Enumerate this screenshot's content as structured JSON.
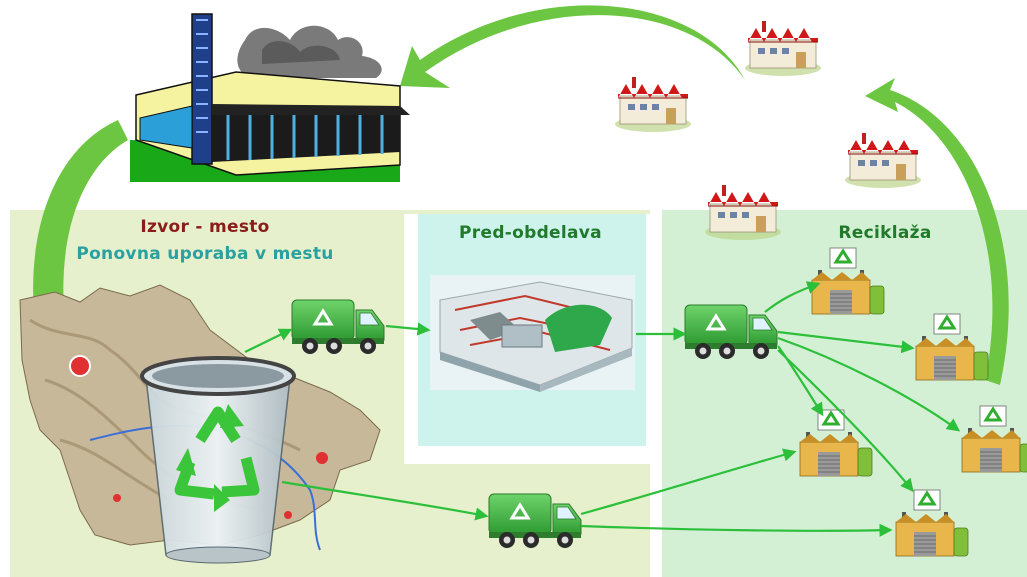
{
  "panels": {
    "source": {
      "title": "Izvor - mesto",
      "subtitle": "Ponovna uporaba v mestu"
    },
    "preprocessing": {
      "title": "Pred-obdelava"
    },
    "recycling": {
      "title": "Reciklaža"
    }
  },
  "colors": {
    "source_panel": "#e6f0cc",
    "preprocessing_panel": "#cdf3ec",
    "recycling_panel": "#d4f0d4",
    "arrow_green": "#2bbf3a",
    "big_arrow_green": "#6cc641",
    "title_dark_red": "#8a1c1c",
    "title_teal": "#2aa0a0",
    "title_green": "#1f7a2a",
    "truck_green": "#3aa33a",
    "factory_roof_red": "#d01818"
  },
  "icons": {
    "manufacturer": "manufacturer-building-icon",
    "factory": "factory-icon",
    "truck": "recycling-truck-icon",
    "bin": "recycling-bin-icon",
    "map": "city-map-icon",
    "plant": "preprocessing-plant-icon",
    "recycler": "recycling-plant-icon"
  }
}
